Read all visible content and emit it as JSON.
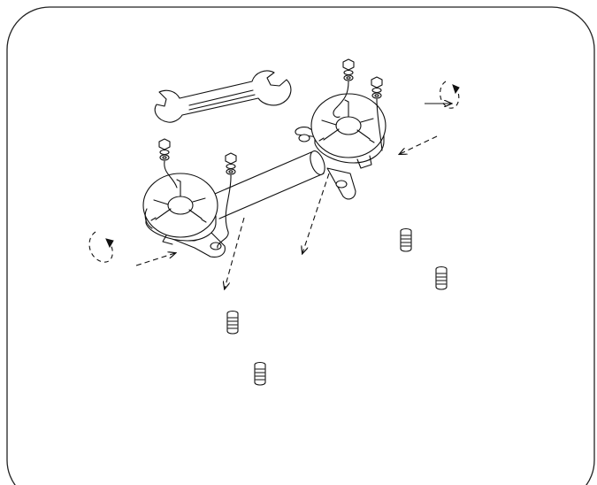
{
  "diagram": {
    "kind": "assembly-instruction-illustration",
    "text_labels": [],
    "parts": {
      "wrench": "open-end-wrench-icon",
      "hex_nut_stacks": 4,
      "leveling_bolts": 4,
      "dashed_arrows": 6,
      "rotation_arrows": 2,
      "base_plates": 2
    },
    "colors": {
      "line": "#111111",
      "fill": "#ffffff",
      "frame": "#222222"
    }
  }
}
